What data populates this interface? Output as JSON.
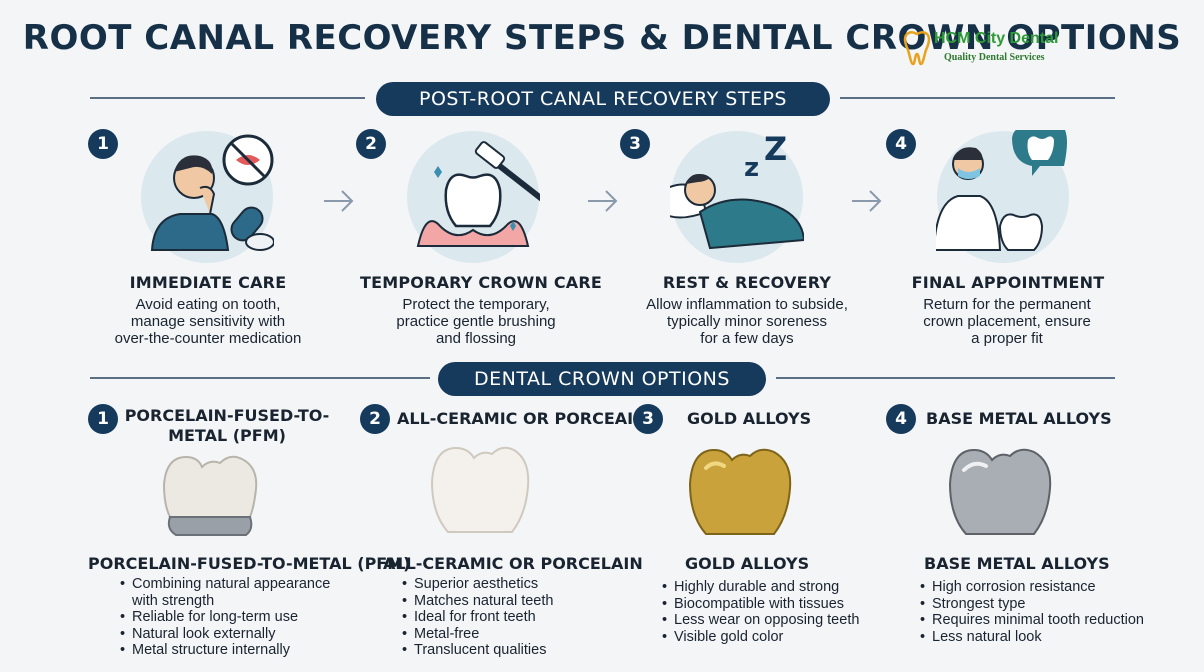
{
  "title": "ROOT CANAL RECOVERY STEPS & DENTAL CROWN OPTIONS",
  "logo": {
    "name": "HCM City Dental",
    "tagline": "Quality Dental Services"
  },
  "recovery": {
    "heading": "POST-ROOT CANAL RECOVERY STEPS",
    "steps": [
      {
        "num": "1",
        "title": "IMMEDIATE CARE",
        "desc": [
          "Avoid eating on tooth,",
          "manage sensitivity with",
          "over-the-counter medication"
        ],
        "icon": "person-with-toothache-icon"
      },
      {
        "num": "2",
        "title": "TEMPORARY CROWN CARE",
        "desc": [
          "Protect the temporary,",
          "practice gentle brushing",
          "and flossing"
        ],
        "icon": "tooth-with-toothbrush-icon"
      },
      {
        "num": "3",
        "title": "REST & RECOVERY",
        "desc": [
          "Allow inflammation to subside,",
          "typically minor soreness",
          "for a few days"
        ],
        "icon": "sleeping-person-icon"
      },
      {
        "num": "4",
        "title": "FINAL APPOINTMENT",
        "desc": [
          "Return for the permanent",
          "crown placement, ensure",
          "a proper fit"
        ],
        "icon": "dentist-icon"
      }
    ]
  },
  "crowns": {
    "heading": "DENTAL CROWN OPTIONS",
    "options": [
      {
        "num": "1",
        "head": [
          "PORCELAIN-FUSED-TO-",
          "METAL (PFM)"
        ],
        "sub": "PORCELAIN-FUSED-TO-METAL (PFM)",
        "bullets": [
          "Combining natural appearance",
          "with strength",
          "Reliable for long-term use",
          "Natural look externally",
          "Metal structure internally"
        ],
        "bullet_continuations": [
          1
        ],
        "color": "#e8e6e2"
      },
      {
        "num": "2",
        "head": [
          "ALL-CERAMIC OR PORCEAIN"
        ],
        "sub": "ALL-CERAMIC OR PORCELAIN",
        "bullets": [
          "Superior aesthetics",
          "Matches natural teeth",
          "Ideal for front teeth",
          "Metal-free",
          "Translucent qualities"
        ],
        "bullet_continuations": [],
        "color": "#f2efea"
      },
      {
        "num": "3",
        "head": [
          "GOLD ALLOYS"
        ],
        "sub": "GOLD ALLOYS",
        "bullets": [
          "Highly durable and strong",
          "Biocompatible with tissues",
          "Less wear on opposing teeth",
          "Visible gold color"
        ],
        "bullet_continuations": [],
        "color": "#c9a23c"
      },
      {
        "num": "4",
        "head": [
          "BASE METAL ALLOYS"
        ],
        "sub": "BASE METAL ALLOYS",
        "bullets": [
          "High corrosion resistance",
          "Strongest type",
          "Requires minimal tooth reduction",
          "Less natural look"
        ],
        "bullet_continuations": [],
        "color": "#a9aeb4"
      }
    ]
  },
  "colors": {
    "navy": "#163a5c",
    "accent_circle": "#dbe8ee",
    "gum": "#f2a6a6"
  }
}
